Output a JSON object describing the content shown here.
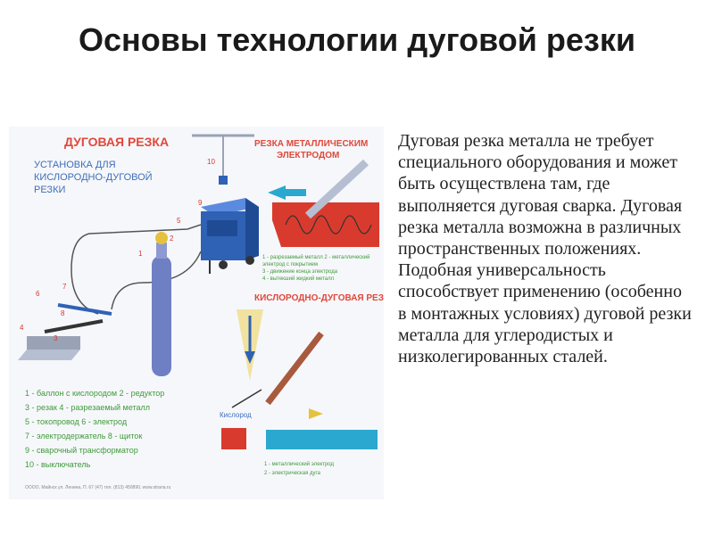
{
  "slide": {
    "title": "Основы технологии дуговой резки",
    "body": "Дуговая резка металла не требует специального оборудования и может быть осуществлена там, где выполняется дуговая сварка. Дуговая резка металла возможна в различных пространственных положениях. Подобная универсальность способствует применению (особенно в монтажных условиях) дуговой резки металла для углеродистых и низколегированных сталей."
  },
  "figure": {
    "heading": "ДУГОВАЯ РЕЗКА",
    "subheading_lines": [
      "УСТАНОВКА ДЛЯ",
      "КИСЛОРОДНО-ДУГОВОЙ",
      "РЕЗКИ"
    ],
    "metal_electrode_title_lines": [
      "РЕЗКА МЕТАЛЛИЧЕСКИМ",
      "ЭЛЕКТРОДОМ"
    ],
    "metal_electrode_legend": [
      "1 - разрезаемый металл 2 - металлический",
      "электрод с покрытием",
      "3 - движение конца электрода",
      "4 - вытекший жидкий металл"
    ],
    "oxygen_arc_title": "КИСЛОРОДНО-ДУГОВАЯ РЕЗКА",
    "oxygen_label": "Кислород",
    "oxygen_arc_legend": [
      "1 - металлический электрод",
      "2 - электрическая дуга"
    ],
    "setup_legend": [
      "1 - баллон с кислородом   2 - редуктор",
      "3 - резак     4 - разрезаемый металл",
      "5 - токопровод     6 - электрод",
      "7 - электродержатель   8 - щиток",
      "9 - сварочный трансформатор",
      "10 - выключатель"
    ],
    "footer": "ОООО, Майнск ул. Ленина, П. 67 (47) тел. (813) 450890, www.strana.ru",
    "callouts": [
      "1",
      "2",
      "3",
      "4",
      "5",
      "6",
      "7",
      "8",
      "9",
      "10"
    ],
    "colors": {
      "heading_red": "#e0483a",
      "cylinder_blue": "#6f7fc4",
      "transformer_blue": "#2f62b5",
      "metal_red": "#d83b2e",
      "cyan": "#2aa8cf"
    }
  }
}
